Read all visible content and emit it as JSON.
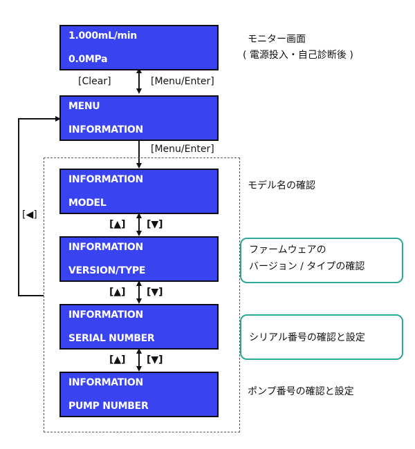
{
  "screens": [
    {
      "line1": "1.000mL/min",
      "line2": "0.0MPa"
    },
    {
      "line1": "MENU",
      "line2": "INFORMATION"
    },
    {
      "line1": "INFORMATION",
      "line2": "MODEL"
    },
    {
      "line1": "INFORMATION",
      "line2": "VERSION/TYPE"
    },
    {
      "line1": "INFORMATION",
      "line2": "SERIAL NUMBER"
    },
    {
      "line1": "INFORMATION",
      "line2": "PUMP NUMBER"
    }
  ],
  "notes": {
    "monitor_line1": "モニター画面",
    "monitor_line2": "( 電源投入・自己診断後 )",
    "model": "モデル名の確認",
    "firmware_line1": "ファームウェアの",
    "firmware_line2": "バージョン / タイプの確認",
    "serial": "シリアル番号の確認と設定",
    "pump": "ポンプ番号の確認と設定"
  },
  "keys": {
    "clear": "[Clear]",
    "menu_enter_1": "[Menu/Enter]",
    "menu_enter_2": "[Menu/Enter]",
    "back": "[◀]",
    "up_1": "[▲]",
    "down_1": "[▼]",
    "up_2": "[▲]",
    "down_2": "[▼]",
    "up_3": "[▲]",
    "down_3": "[▼]"
  },
  "colors": {
    "lcd_background": "#3a43f0",
    "lcd_text": "#ffffff",
    "note_box_border": "#2aa89a"
  }
}
